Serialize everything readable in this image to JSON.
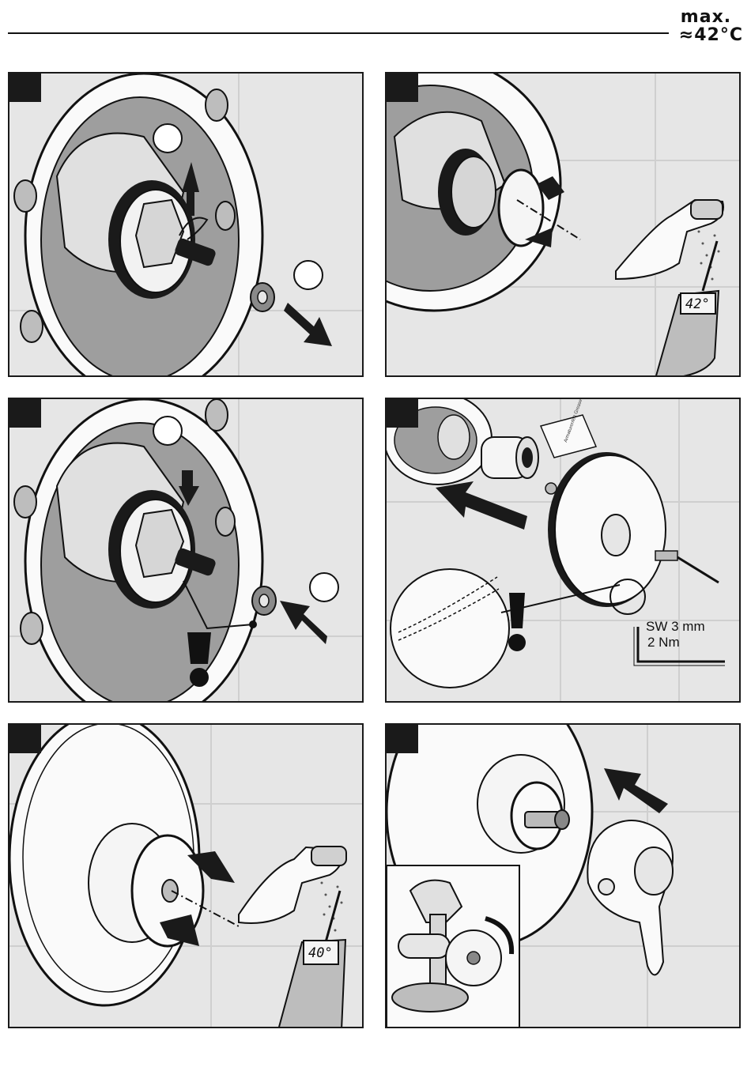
{
  "header": {
    "temp_line1": "max.",
    "temp_line2": "≈42°C"
  },
  "panels": [
    {
      "id": "step-1"
    },
    {
      "id": "step-2",
      "thermometer_reading": "42°"
    },
    {
      "id": "step-3"
    },
    {
      "id": "step-4",
      "tool_size": "SW 3 mm",
      "torque": "2 Nm",
      "grease_label": "Armaturenfett Grease"
    },
    {
      "id": "step-5",
      "thermometer_reading": "40°"
    },
    {
      "id": "step-6"
    }
  ],
  "icons": [
    "caution-exclamation-icon",
    "direction-arrow-icon",
    "hex-key-icon",
    "thermometer-icon",
    "shower-head-icon"
  ]
}
